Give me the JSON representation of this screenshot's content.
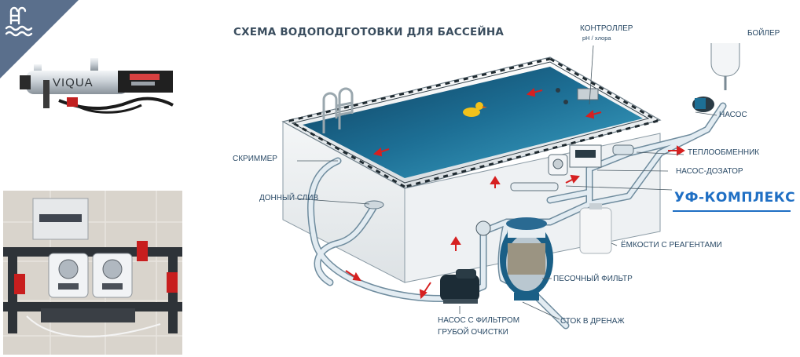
{
  "title": "СХЕМА ВОДОПОДГОТОВКИ ДЛЯ БАССЕЙНА",
  "device_brand": "VIQUA",
  "labels": {
    "controller": "КОНТРОЛЛЕР",
    "controller_sub": "pH / хлора",
    "boiler": "БОЙЛЕР",
    "pump": "НАСОС",
    "heat_exchanger": "ТЕПЛООБМЕННИК",
    "dosing_pump": "НАСОС-ДОЗАТОР",
    "uv_complex": "УФ-КОМПЛЕКС",
    "skimmer": "СКРИММЕР",
    "bottom_drain": "ДОННЫЙ СЛИВ",
    "reagent_tanks": "ЁМКОСТИ С РЕАГЕНТАМИ",
    "sand_filter": "ПЕСОЧНЫЙ ФИЛЬТР",
    "coarse_pump_1": "НАСОС С ФИЛЬТРОМ",
    "coarse_pump_2": "ГРУБОЙ ОЧИСТКИ",
    "drain": "СТОК В ДРЕНАЖ"
  },
  "colors": {
    "water": "#1d6f95",
    "pipe": "#dfe9f0",
    "pipe_stroke": "#6f8c9e",
    "arrow": "#d62020",
    "uv_text": "#1f6fc4",
    "badge": "#5a6f8c"
  },
  "icons": [
    "pool-ladder-icon",
    "water-waves-icon"
  ]
}
